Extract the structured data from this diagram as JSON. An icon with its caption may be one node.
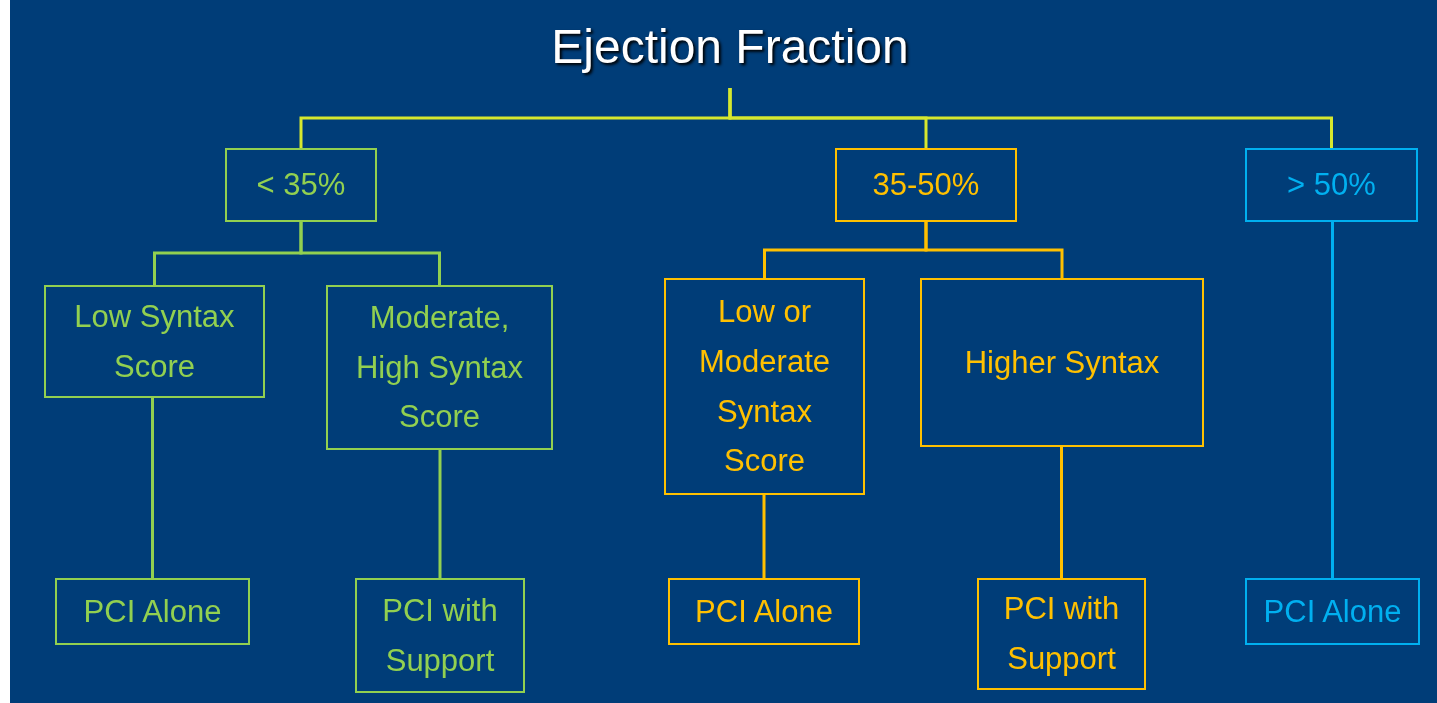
{
  "diagram": {
    "nodes": [
      {
        "text": [
          "Ejection Fraction"
        ]
      },
      {
        "text": [
          "< 35%"
        ]
      },
      {
        "text": [
          "35-50%"
        ]
      },
      {
        "text": [
          "> 50%"
        ]
      },
      {
        "text": [
          "Low Syntax Score"
        ]
      },
      {
        "text": [
          "Moderate, High Syntax Score"
        ]
      },
      {
        "text": [
          "Low or Moderate Syntax Score"
        ]
      },
      {
        "text": [
          "Higher Syntax"
        ]
      },
      {
        "text": [
          "PCI Alone"
        ]
      },
      {
        "text": [
          "PCI with Support"
        ]
      },
      {
        "text": [
          "PCI Alone"
        ]
      },
      {
        "text": [
          "PCI with Support"
        ]
      },
      {
        "text": [
          "PCI Alone"
        ]
      }
    ],
    "edges": [
      {
        "from": 0,
        "to": 1,
        "arrow": "none",
        "color": "#d6e82e"
      },
      {
        "from": 0,
        "to": 2,
        "arrow": "none",
        "color": "#d6e82e"
      },
      {
        "from": 0,
        "to": 3,
        "arrow": "none",
        "color": "#d6e82e"
      },
      {
        "from": 1,
        "to": 4,
        "arrow": "none",
        "color": "#92d050"
      },
      {
        "from": 1,
        "to": 5,
        "arrow": "none",
        "color": "#92d050"
      },
      {
        "from": 2,
        "to": 6,
        "arrow": "none",
        "color": "#ffc000"
      },
      {
        "from": 2,
        "to": 7,
        "arrow": "none",
        "color": "#ffc000"
      },
      {
        "from": 3,
        "to": 12,
        "arrow": "none",
        "color": "#00b0f0"
      },
      {
        "from": 4,
        "to": 8,
        "arrow": "none",
        "color": "#92d050"
      },
      {
        "from": 5,
        "to": 9,
        "arrow": "none",
        "color": "#92d050"
      },
      {
        "from": 6,
        "to": 10,
        "arrow": "none",
        "color": "#ffc000"
      },
      {
        "from": 7,
        "to": 11,
        "arrow": "none",
        "color": "#ffc000"
      }
    ]
  }
}
